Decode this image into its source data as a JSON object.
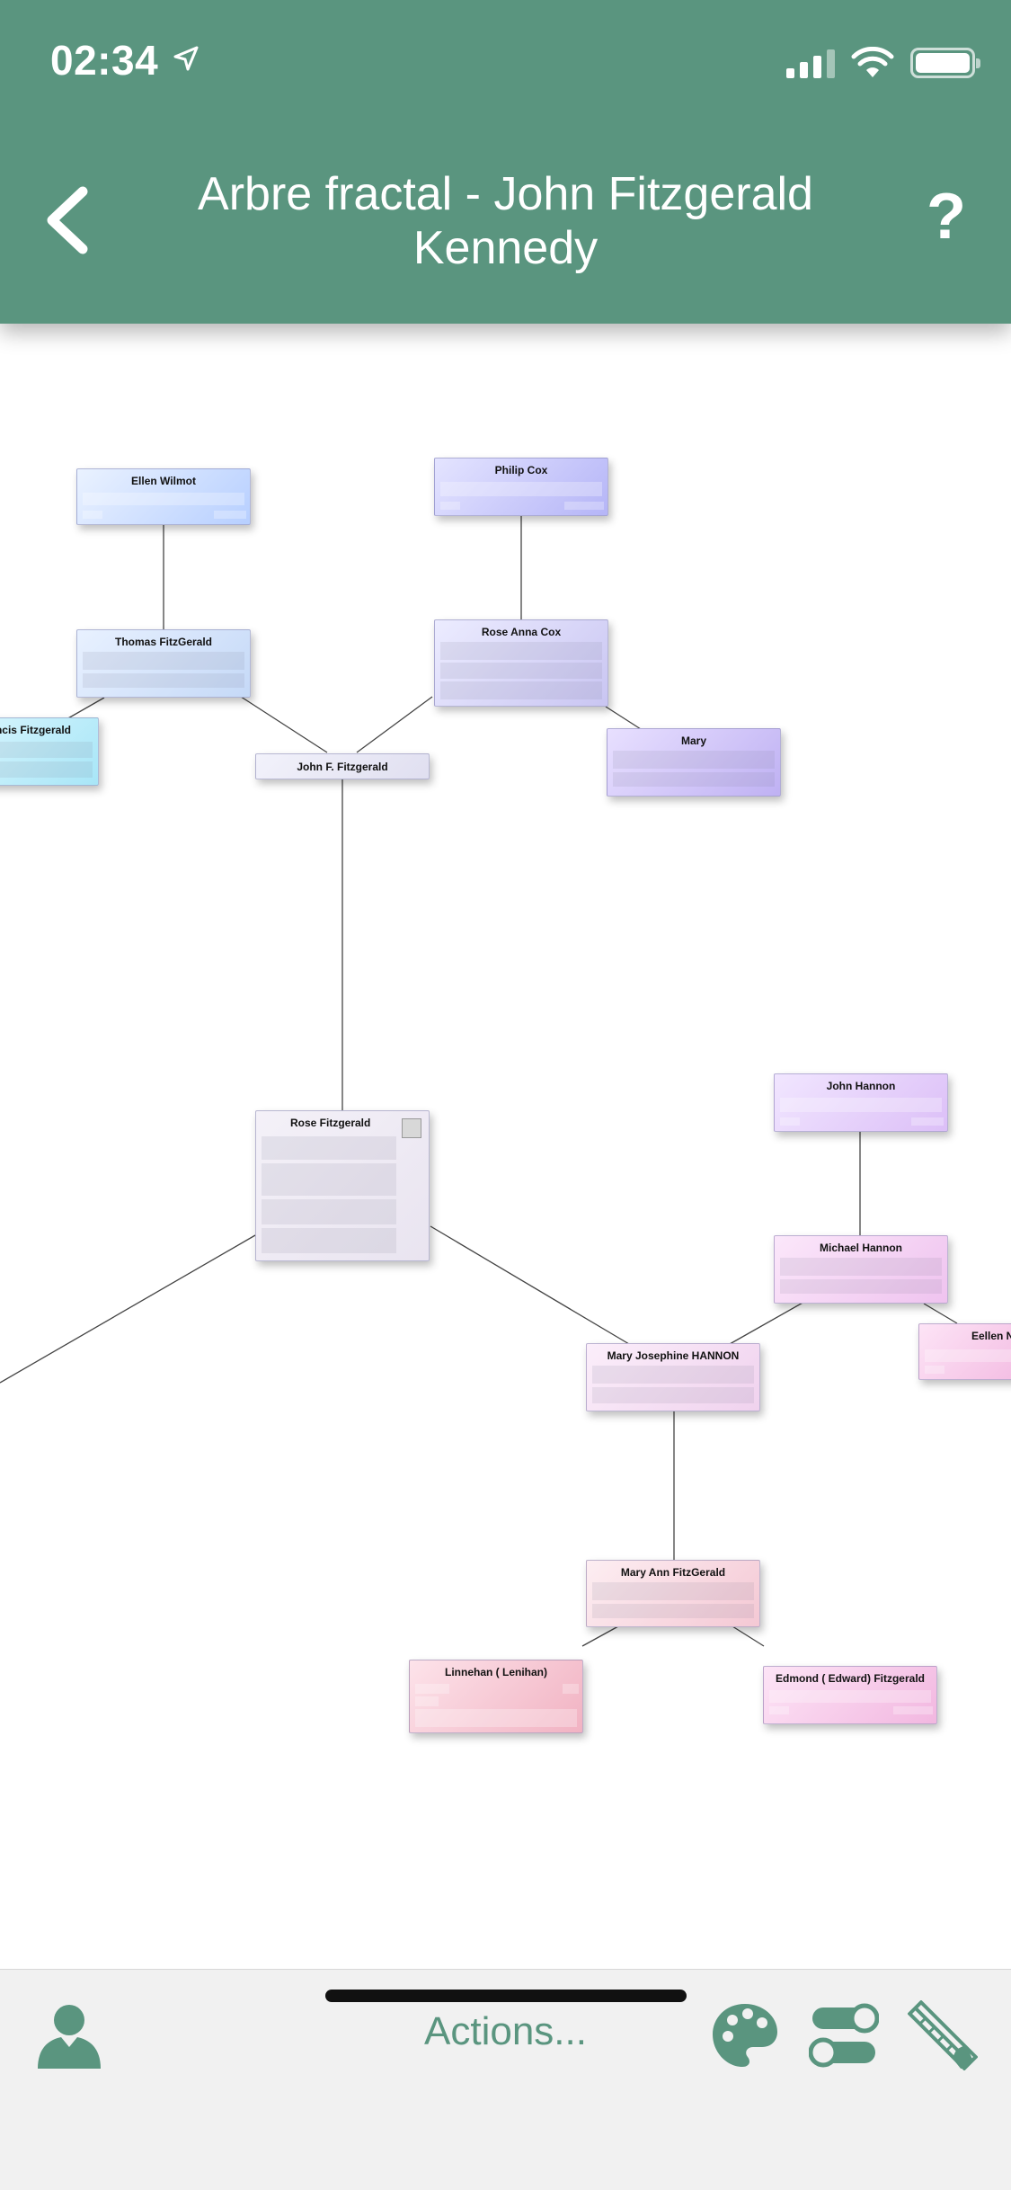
{
  "status_bar": {
    "time": "02:34"
  },
  "header": {
    "title": "Arbre fractal - John Fitzgerald Kennedy",
    "help_label": "?"
  },
  "tree": {
    "persons": {
      "ellen_wilmot": "Ellen Wilmot",
      "philip_cox": "Philip Cox",
      "thomas_fitzgerald": "Thomas FitzGerald",
      "rose_anna_cox": "Rose Anna Cox",
      "francis_fitzgerald": "ancis Fitzgerald",
      "mary": "Mary",
      "john_f_fitzgerald": "John F. Fitzgerald",
      "rose_fitzgerald": "Rose Fitzgerald",
      "john_hannon": "John Hannon",
      "michael_hannon": "Michael Hannon",
      "eellen": "Eellen N",
      "mary_josephine_hannon": "Mary Josephine HANNON",
      "mary_ann_fitzgerald": "Mary Ann FitzGerald",
      "linnehan": "Linnehan ( Lenihan)",
      "edmond_fitzgerald": "Edmond ( Edward) Fitzgerald"
    }
  },
  "toolbar": {
    "actions_label": "Actions..."
  },
  "colors": {
    "primary": "#5a957f",
    "toolbar_bg": "#f1f1f1"
  }
}
